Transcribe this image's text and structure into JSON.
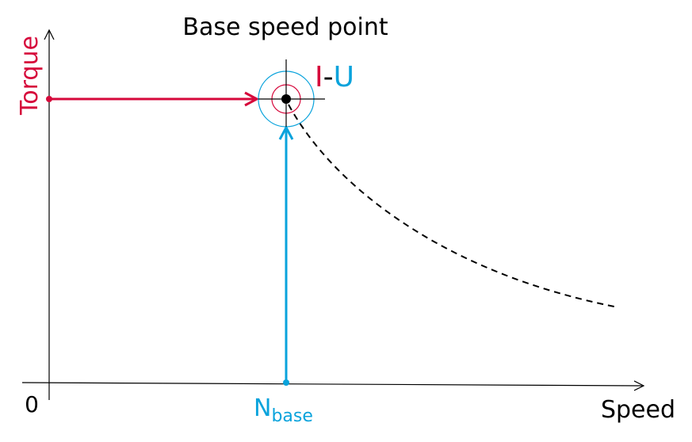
{
  "title": "Base speed point",
  "y_axis_label": "Torque",
  "x_axis_label": "Speed",
  "origin_label": "0",
  "base_speed_label": {
    "main": "N",
    "subscript": "base"
  },
  "point_label": {
    "current": "I",
    "separator": "-",
    "voltage": "U"
  },
  "colors": {
    "current": "#d6083b",
    "voltage": "#0aa3dc",
    "axis": "#000000"
  }
}
